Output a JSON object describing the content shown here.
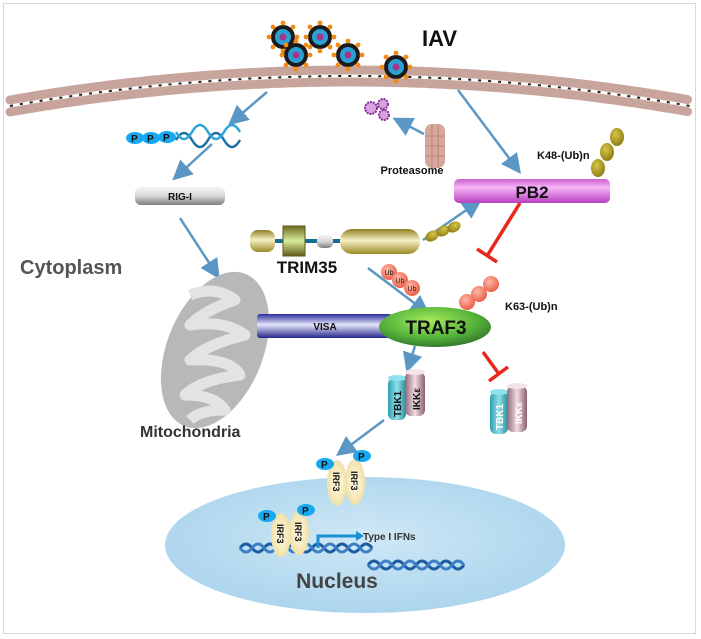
{
  "title": "IAV",
  "compartments": {
    "cytoplasm": "Cytoplasm",
    "mitochondria": "Mitochondria",
    "nucleus": "Nucleus"
  },
  "proteins": {
    "rig_i": "RIG-I",
    "visa": "VISA",
    "traf3": "TRAF3",
    "trim35": "TRIM35",
    "pb2": "PB2",
    "tbk1": "TBK1",
    "ikke": "IKKε",
    "irf3": "IRF3",
    "proteasome": "Proteasome"
  },
  "modifications": {
    "k48": "K48-(Ub)n",
    "k63": "K63-(Ub)n",
    "ub": "Ub",
    "p": "P"
  },
  "output": "Type I IFNs",
  "colors": {
    "arrow": "#5b97c4",
    "inhibit": "#e8281c",
    "membrane": "#c8a59c",
    "nucleus": "#bfe0f2",
    "pb2": "#e07ee6",
    "traf3": "#4fae3a",
    "visa": "#2d2fa0",
    "ub_k48": "#b3a020",
    "ub_k63": "#f07060",
    "phospho": "#1aa8ee"
  }
}
